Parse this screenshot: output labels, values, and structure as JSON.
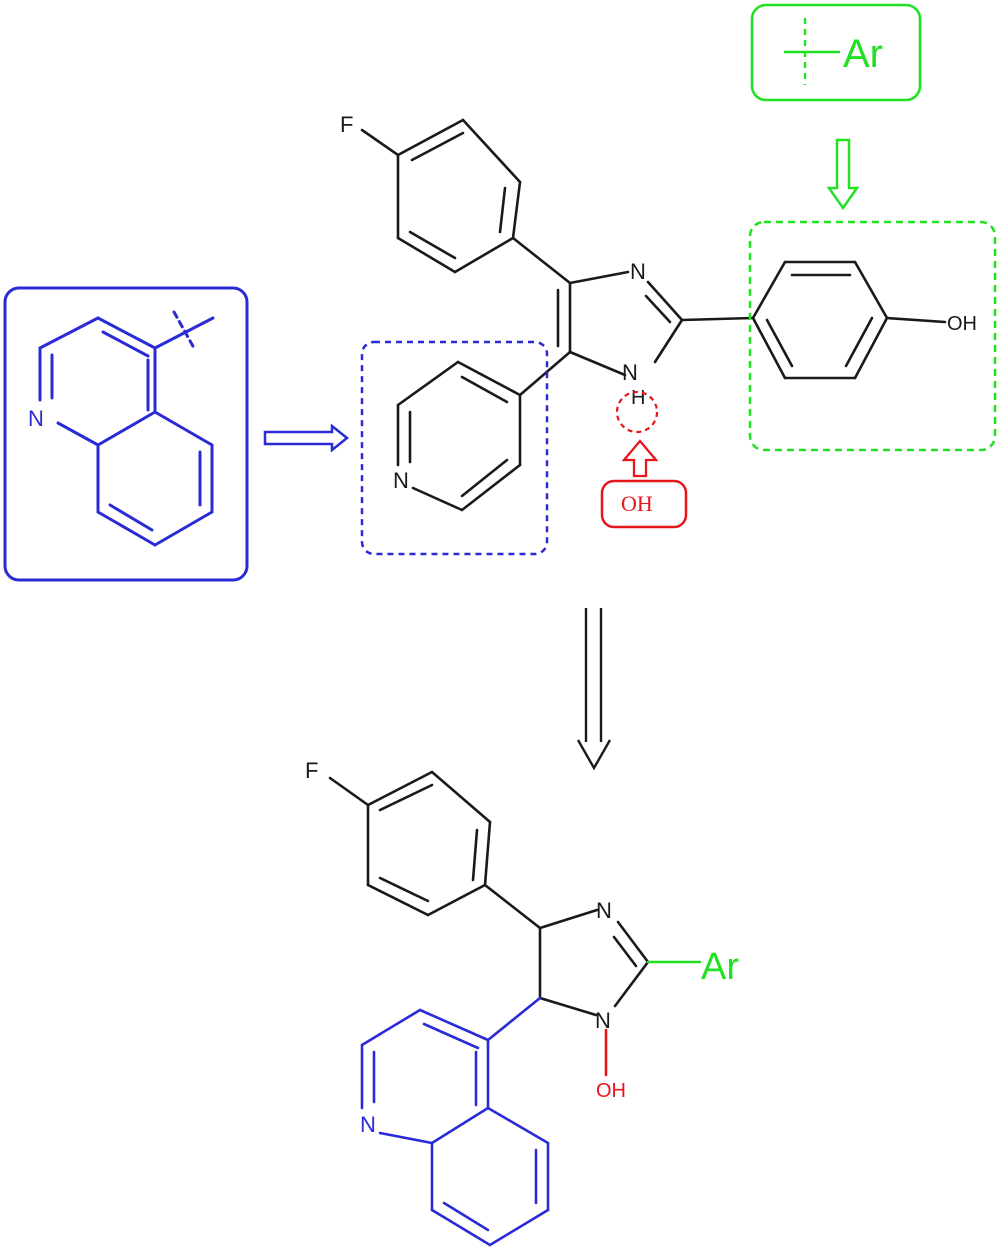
{
  "colors": {
    "bond": "#1a1a1a",
    "quinoline": "#2b2bd6",
    "aryl": "#22e022",
    "hydroxy": "#e8161b"
  },
  "atoms": {
    "fluorine": "F",
    "nitrogen": "N",
    "imidazole_nh": "H",
    "hydroxyl": "OH",
    "aryl_group": "Ar"
  },
  "arrows": [
    {
      "name": "quinoline-to-pyridine",
      "style": "open-double"
    },
    {
      "name": "aryl-to-phenol",
      "style": "open-double"
    },
    {
      "name": "hydroxy-to-nh",
      "style": "open-double"
    },
    {
      "name": "retro-design-arrow",
      "style": "long-double"
    }
  ]
}
